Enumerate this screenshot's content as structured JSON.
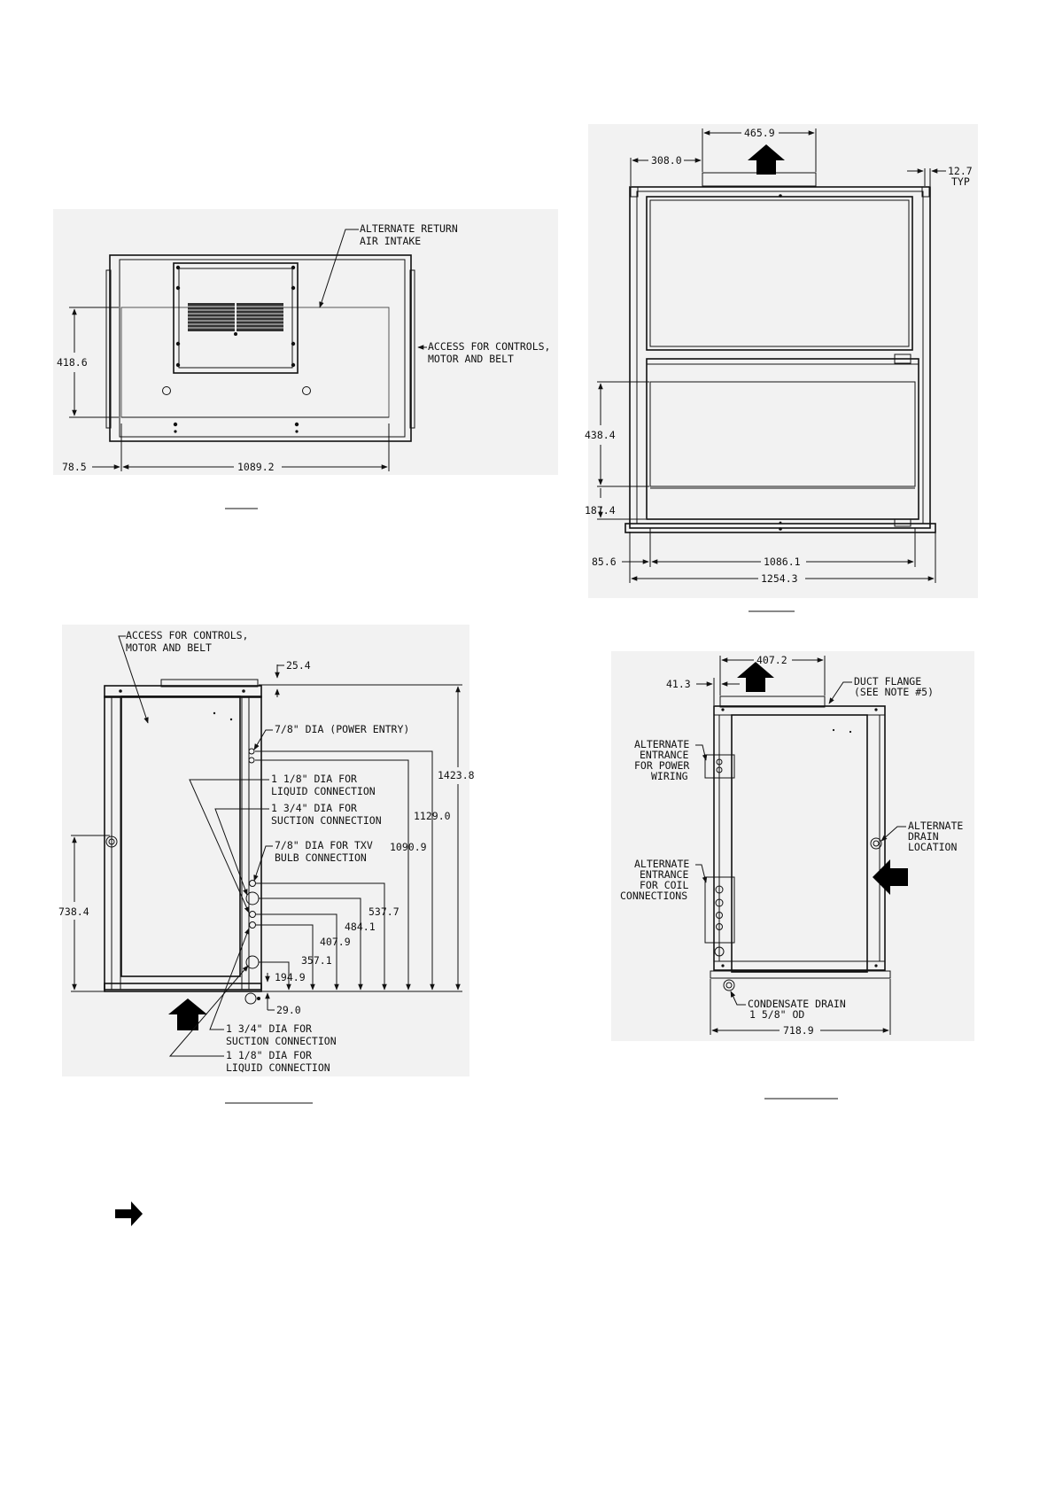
{
  "views": {
    "top_left": {
      "callouts": {
        "alt_return_line1": "ALTERNATE RETURN",
        "alt_return_line2": "AIR INTAKE",
        "access_line1": "ACCESS FOR CONTROLS,",
        "access_line2": "MOTOR AND BELT"
      },
      "dims": {
        "height": "418.6",
        "offset": "78.5",
        "width": "1089.2"
      }
    },
    "top_right": {
      "dims": {
        "duct_width": "465.9",
        "duct_offset": "308.0",
        "flange": "12.7",
        "flange_note": "TYP",
        "height_upper": "438.4",
        "height_lower": "187.4",
        "offset": "85.6",
        "inner_width": "1086.1",
        "overall_width": "1254.3"
      }
    },
    "bottom_left": {
      "callouts": {
        "access_line1": "ACCESS FOR CONTROLS,",
        "access_line2": "MOTOR AND BELT",
        "power_entry": "7/8\" DIA (POWER ENTRY)",
        "liquid_a_line1": "1 1/8\" DIA FOR",
        "liquid_a_line2": "LIQUID CONNECTION",
        "suction_a_line1": "1 3/4\" DIA FOR",
        "suction_a_line2": "SUCTION CONNECTION",
        "txv_line1": "7/8\" DIA FOR TXV",
        "txv_line2": "BULB CONNECTION",
        "suction_b_line1": "1 3/4\" DIA FOR",
        "suction_b_line2": "SUCTION CONNECTION",
        "liquid_b_line1": "1 1/8\" DIA FOR",
        "liquid_b_line2": "LIQUID CONNECTION"
      },
      "dims": {
        "top_gap": "25.4",
        "overall_height": "1423.8",
        "d1129": "1129.0",
        "d1090": "1090.9",
        "d537": "537.7",
        "d484": "484.1",
        "d407": "407.9",
        "d357": "357.1",
        "d194": "194.9",
        "bottom_gap": "29.0",
        "left_height": "738.4"
      }
    },
    "bottom_right": {
      "callouts": {
        "duct_flange_line1": "DUCT FLANGE",
        "duct_flange_line2": "(SEE NOTE #5)",
        "alt_power_line1": "ALTERNATE",
        "alt_power_line2": "ENTRANCE",
        "alt_power_line3": "FOR POWER",
        "alt_power_line4": "WIRING",
        "alt_drain_line1": "ALTERNATE",
        "alt_drain_line2": "DRAIN",
        "alt_drain_line3": "LOCATION",
        "alt_coil_line1": "ALTERNATE",
        "alt_coil_line2": "ENTRANCE",
        "alt_coil_line3": "FOR COIL",
        "alt_coil_line4": "CONNECTIONS",
        "condensate_line1": "CONDENSATE DRAIN",
        "condensate_line2": "1 5/8\" OD"
      },
      "dims": {
        "duct_width": "407.2",
        "duct_offset": "41.3",
        "overall_width": "718.9"
      }
    }
  }
}
